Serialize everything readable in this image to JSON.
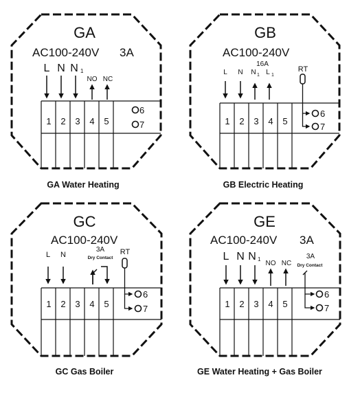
{
  "panels": {
    "ga": {
      "code": "GA",
      "voltage": "AC100-240V",
      "current": "3A",
      "inputs": [
        {
          "label": "L",
          "sub": ""
        },
        {
          "label": "N",
          "sub": ""
        },
        {
          "label": "N",
          "sub": "1"
        },
        {
          "label": "NO",
          "sub": ""
        },
        {
          "label": "NC",
          "sub": ""
        }
      ],
      "terminals": [
        "1",
        "2",
        "3",
        "4",
        "5"
      ],
      "side_terminals": [
        "6",
        "7"
      ],
      "caption": "GA Water Heating"
    },
    "gb": {
      "code": "GB",
      "voltage": "AC100-240V",
      "load_rating": "16A",
      "inputs": [
        {
          "label": "L",
          "sub": ""
        },
        {
          "label": "N",
          "sub": ""
        },
        {
          "label": "N",
          "sub": "1"
        },
        {
          "label": "L",
          "sub": "1"
        }
      ],
      "sensor_label": "RT",
      "terminals": [
        "1",
        "2",
        "3",
        "4",
        "5"
      ],
      "side_terminals": [
        "6",
        "7"
      ],
      "caption": "GB Electric Heating"
    },
    "gc": {
      "code": "GC",
      "voltage": "AC100-240V",
      "contact_rating": "3A",
      "contact_label": "Dry Contact",
      "inputs": [
        {
          "label": "L",
          "sub": ""
        },
        {
          "label": "N",
          "sub": ""
        }
      ],
      "sensor_label": "RT",
      "terminals": [
        "1",
        "2",
        "3",
        "4",
        "5"
      ],
      "side_terminals": [
        "6",
        "7"
      ],
      "caption": "GC Gas Boiler"
    },
    "ge": {
      "code": "GE",
      "voltage": "AC100-240V",
      "current": "3A",
      "contact_rating": "3A",
      "contact_label": "Dry Contact",
      "inputs": [
        {
          "label": "L",
          "sub": ""
        },
        {
          "label": "N",
          "sub": ""
        },
        {
          "label": "N",
          "sub": "1"
        },
        {
          "label": "NO",
          "sub": ""
        },
        {
          "label": "NC",
          "sub": ""
        }
      ],
      "terminals": [
        "1",
        "2",
        "3",
        "4",
        "5"
      ],
      "side_terminals": [
        "6",
        "7"
      ],
      "caption": "GE Water Heating + Gas Boiler"
    }
  }
}
